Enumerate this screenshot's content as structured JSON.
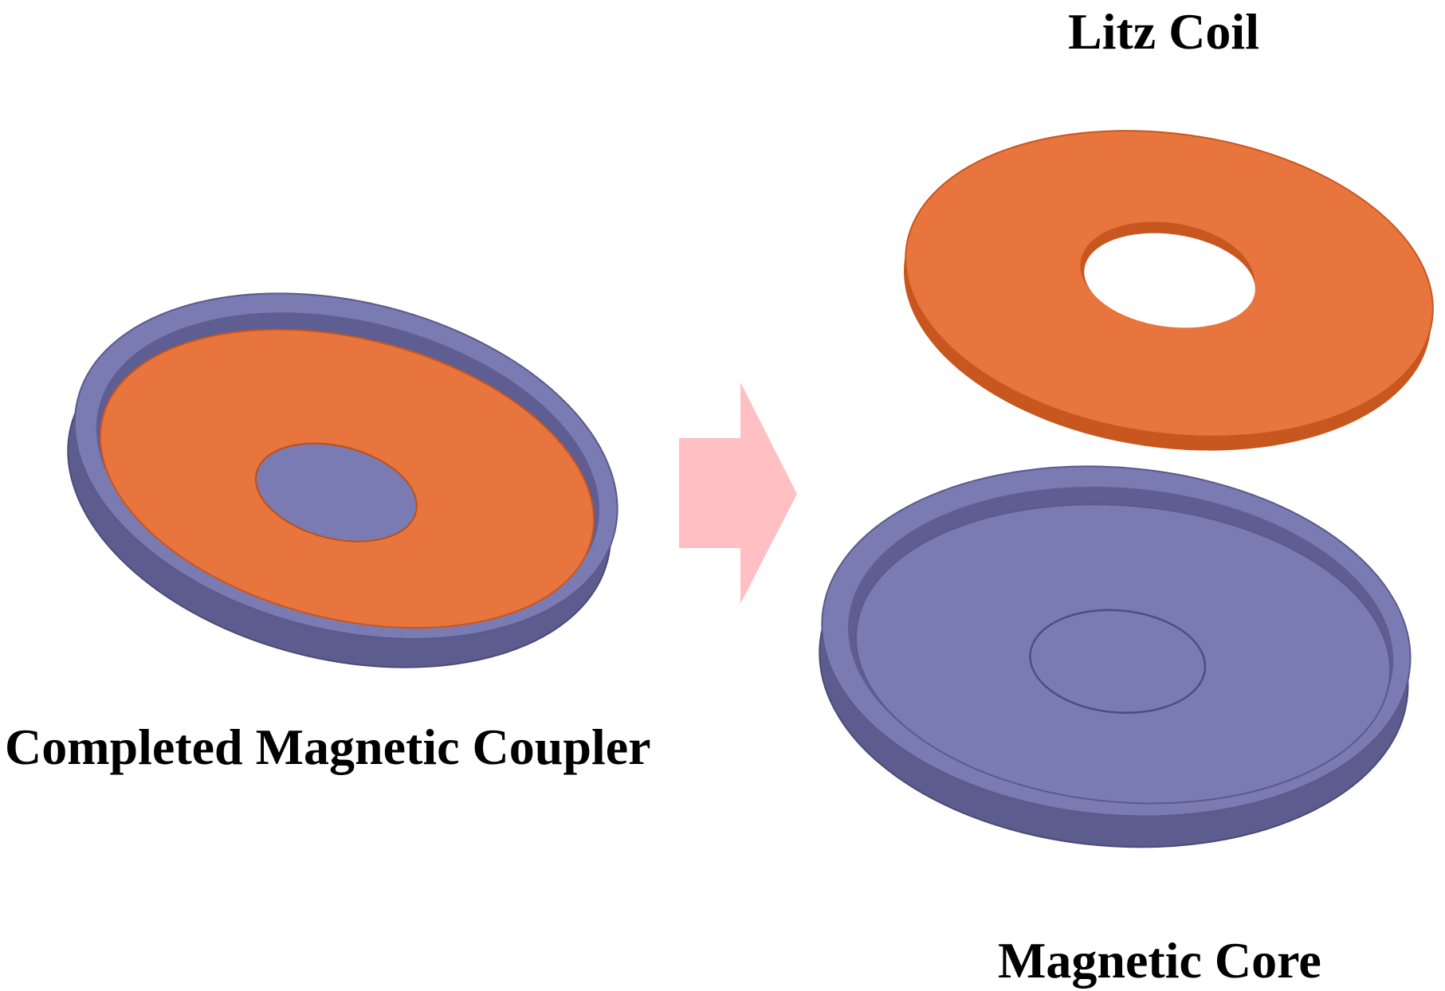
{
  "labels": {
    "litz_coil": "Litz Coil",
    "completed_coupler": "Completed Magnetic Coupler",
    "magnetic_core": "Magnetic Core"
  },
  "colors": {
    "coil": "#E8753E",
    "coil_edge": "#C8561F",
    "core_top": "#7B7BB3",
    "core_side": "#5C5C8E",
    "core_dark": "#4E4E80",
    "arrow": "#FFBFC3",
    "background": "#FFFFFF"
  },
  "components": [
    {
      "name": "Completed Magnetic Coupler",
      "parts": [
        "magnetic core",
        "litz coil"
      ]
    },
    {
      "name": "Litz Coil",
      "shape": "annular disc"
    },
    {
      "name": "Magnetic Core",
      "shape": "rimmed disc with center post"
    }
  ]
}
